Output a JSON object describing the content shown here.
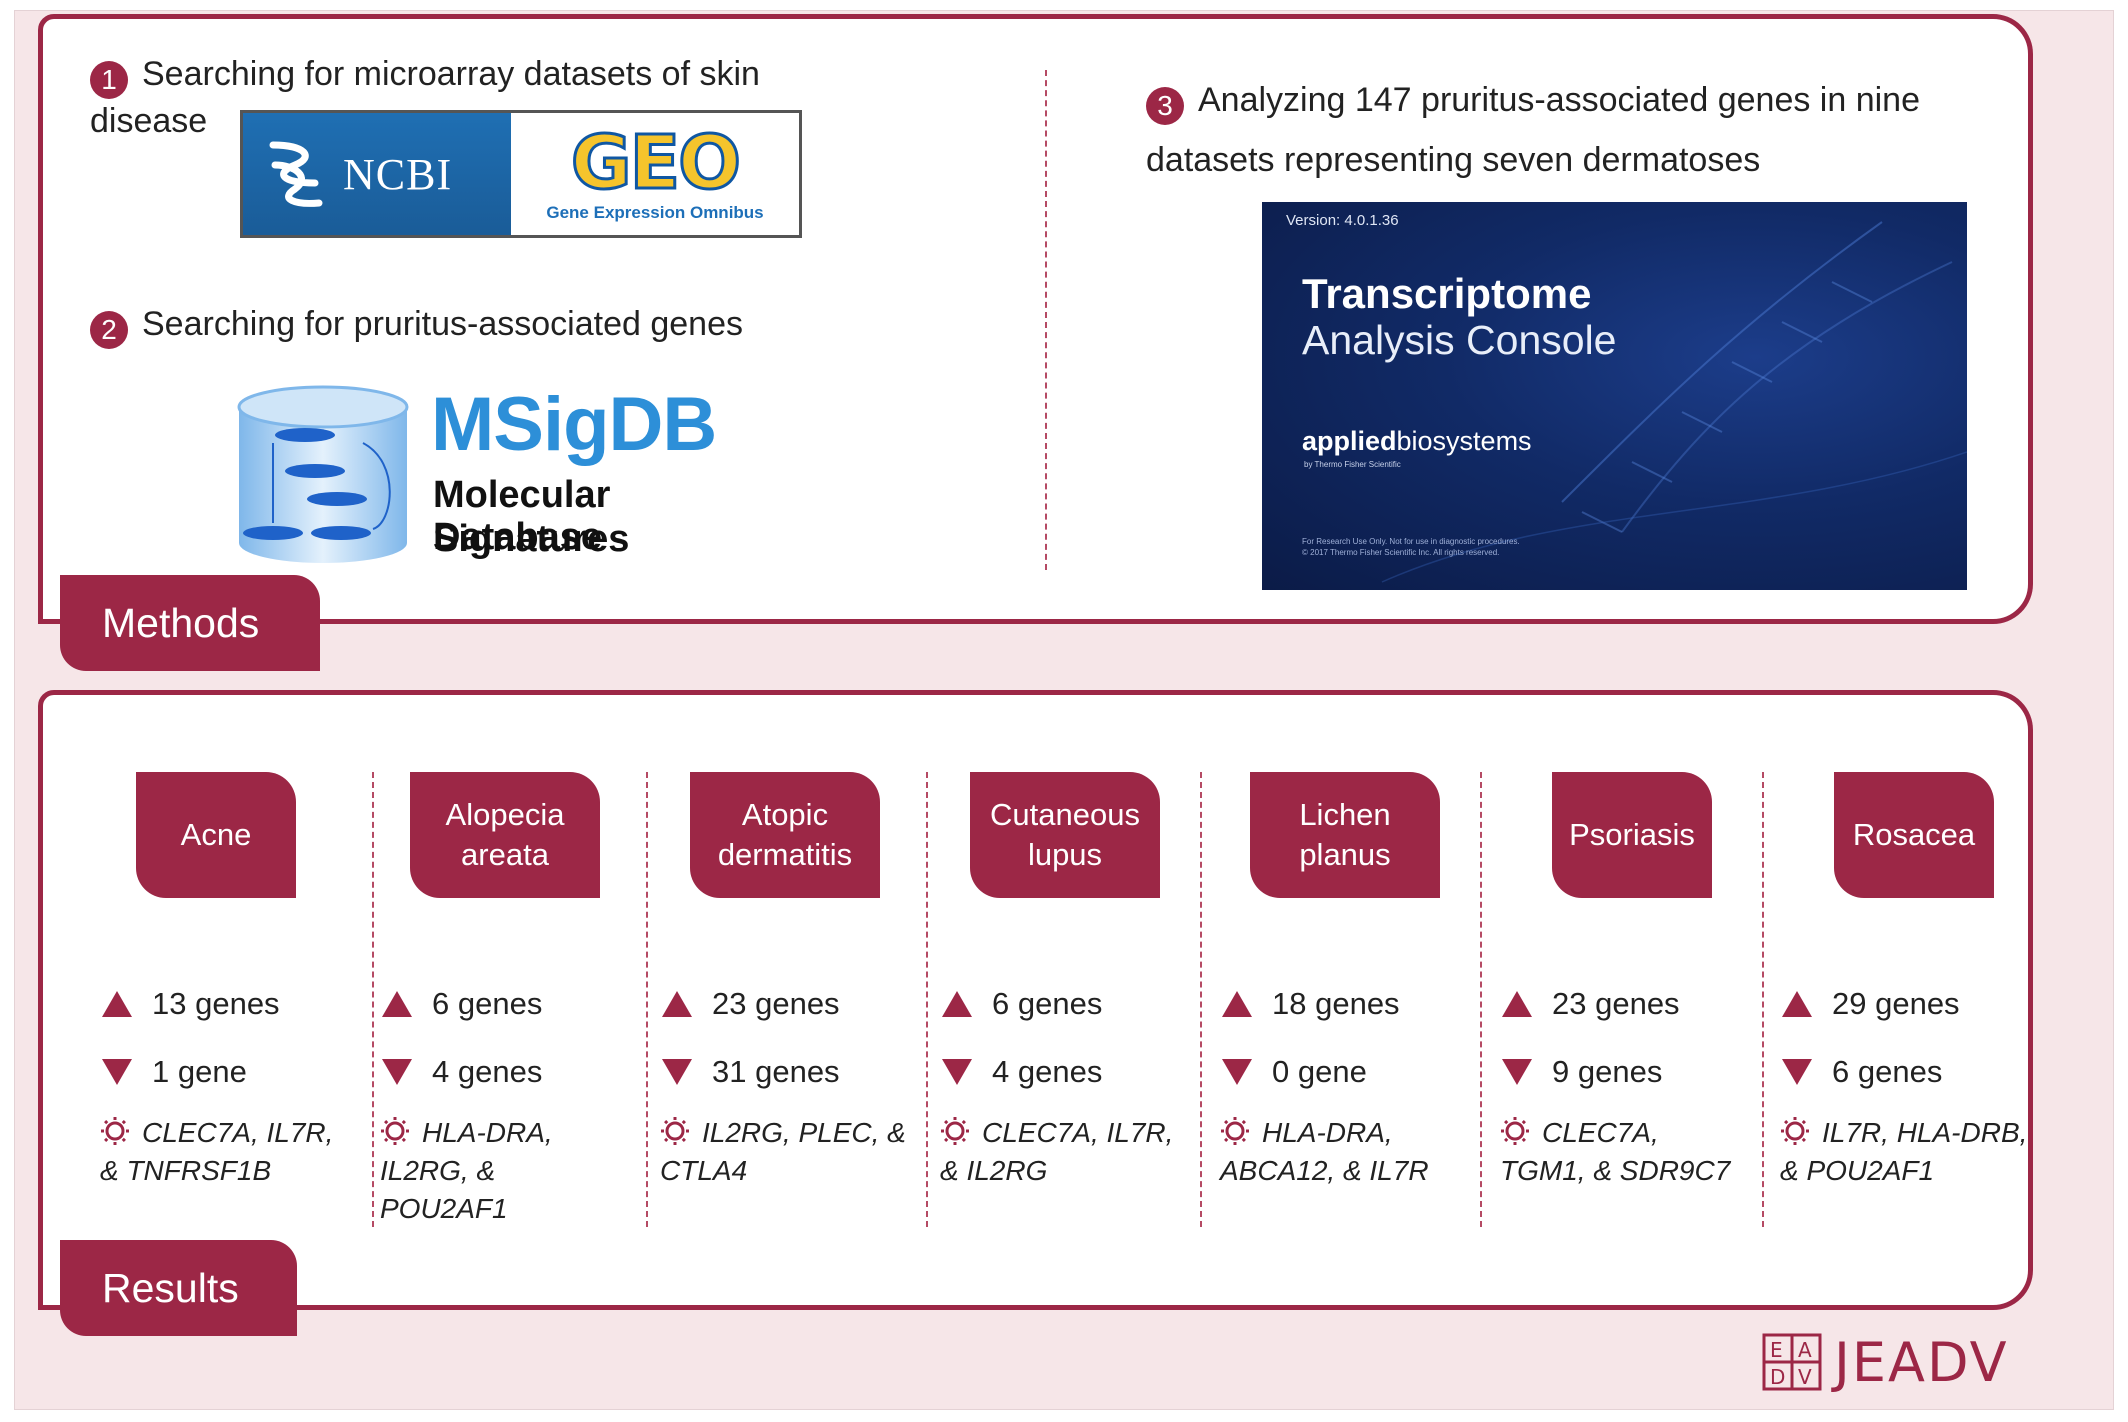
{
  "methods": {
    "label": "Methods",
    "steps": [
      {
        "number": "1",
        "text": "Searching for microarray datasets of skin disease"
      },
      {
        "number": "2",
        "text": "Searching for pruritus-associated genes"
      },
      {
        "number": "3",
        "text": "Analyzing 147 pruritus-associated genes in nine datasets representing seven dermatoses"
      }
    ],
    "ncbi_logo": {
      "ncbi": "NCBI",
      "geo": "GEO",
      "geo_sub": "Gene Expression Omnibus"
    },
    "msigdb_logo": {
      "title": "MSigDB",
      "sub1": "Molecular Signatures",
      "sub2": "Database"
    },
    "tac_splash": {
      "version": "Version: 4.0.1.36",
      "title1": "Transcriptome",
      "title2": "Analysis Console",
      "brand_bold": "applied",
      "brand_rest": "biosystems",
      "brand_sub": "by Thermo Fisher Scientific",
      "disclaimer1": "For Research Use Only. Not for use in diagnostic procedures.",
      "disclaimer2": "© 2017 Thermo Fisher Scientific Inc. All rights reserved."
    }
  },
  "results": {
    "label": "Results",
    "diseases": [
      {
        "name": "Acne",
        "up": "13 genes",
        "down": "1 gene",
        "genes": "CLEC7A, IL7R, & TNFRSF1B"
      },
      {
        "name": "Alopecia areata",
        "up": "6 genes",
        "down": "4 genes",
        "genes": "HLA-DRA, IL2RG, & POU2AF1"
      },
      {
        "name": "Atopic dermatitis",
        "up": "23 genes",
        "down": "31 genes",
        "genes": "IL2RG, PLEC, & CTLA4"
      },
      {
        "name": "Cutaneous lupus",
        "up": "6 genes",
        "down": "4 genes",
        "genes": "CLEC7A, IL7R, & IL2RG"
      },
      {
        "name": "Lichen planus",
        "up": "18 genes",
        "down": "0 gene",
        "genes": "HLA-DRA, ABCA12, & IL7R"
      },
      {
        "name": "Psoriasis",
        "up": "23 genes",
        "down": "9 genes",
        "genes": "CLEC7A, TGM1, & SDR9C7"
      },
      {
        "name": "Rosacea",
        "up": "29 genes",
        "down": "6 genes",
        "genes": "IL7R, HLA-DRB, & POU2AF1"
      }
    ]
  },
  "journal_logo": {
    "text": "JEADV"
  },
  "colors": {
    "accent": "#9c2746",
    "background": "#f6e6e8",
    "msigdb_blue": "#2d8fd8",
    "ncbi_blue": "#1f6fb3",
    "geo_yellow": "#f5c42c"
  }
}
